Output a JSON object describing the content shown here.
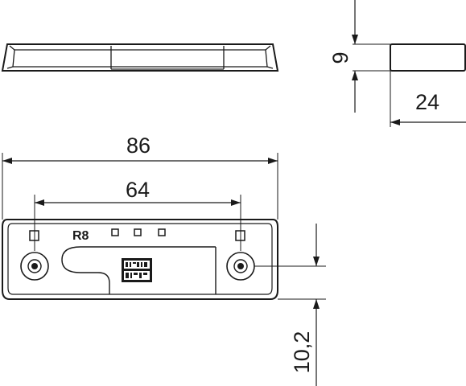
{
  "drawing": {
    "dimensions": {
      "height": "9",
      "depth": "24",
      "overall_length": "86",
      "hole_spacing": "64",
      "hole_offset": "10,2"
    },
    "marking": "R8",
    "colors": {
      "line": "#1a1a1a",
      "background": "#ffffff"
    }
  }
}
